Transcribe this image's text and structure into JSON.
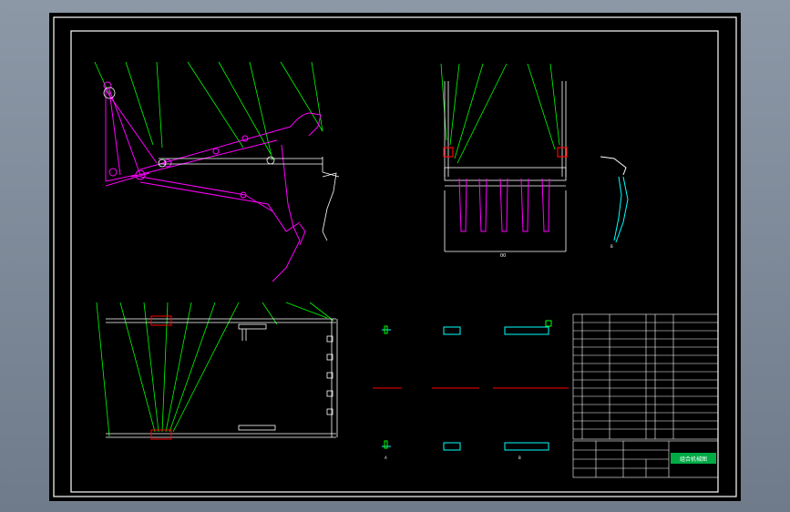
{
  "colors": {
    "background": "#000000",
    "frame": "#ffffff",
    "leader": "#00ff00",
    "magenta": "#ff00ff",
    "cyan": "#00ffff",
    "red": "#ff0000",
    "titleblock_fill": "#00aa44"
  },
  "drawing": {
    "view_labels": [
      "A",
      "B"
    ],
    "dimension_label": "00",
    "titleblock": {
      "drawing_name": "组合机械图"
    }
  }
}
